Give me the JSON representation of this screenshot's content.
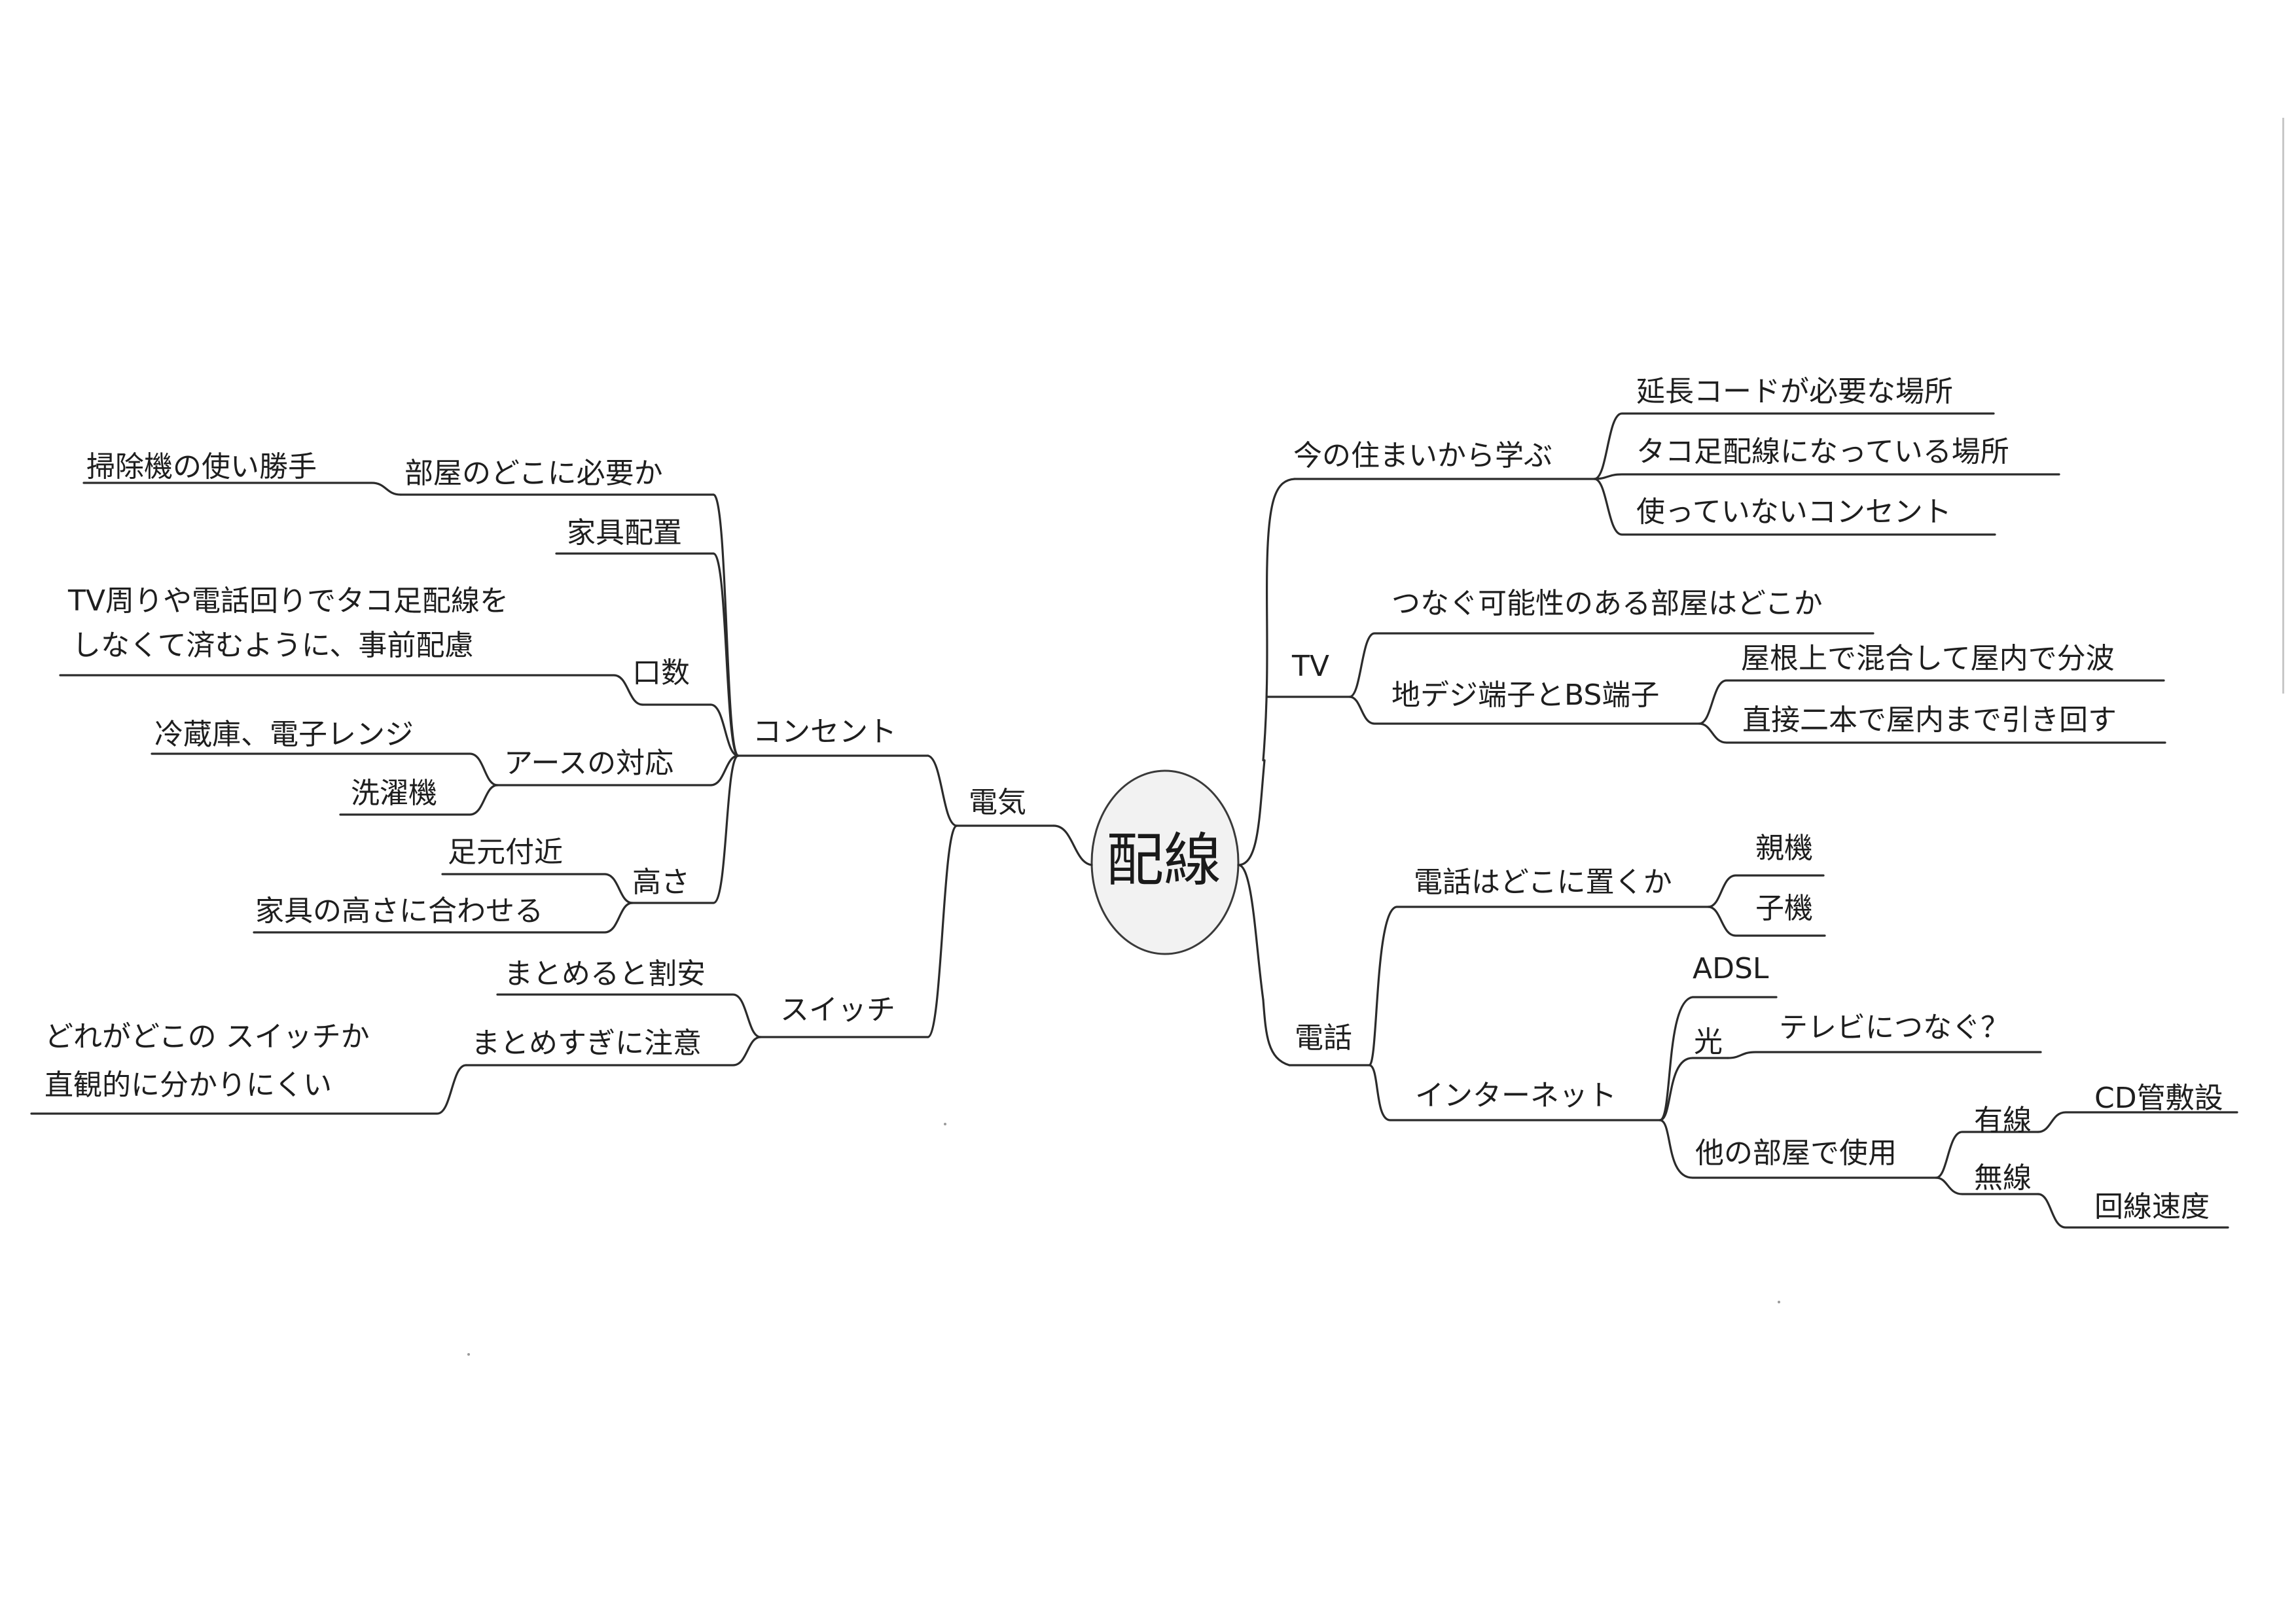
{
  "mindmap": {
    "center": "配線",
    "denki": {
      "label": "電気",
      "consent": {
        "label": "コンセント",
        "heya": {
          "label": "部屋のどこに必要か",
          "soujiki": "掃除機の使い勝手"
        },
        "kagu": "家具配置",
        "kousuu": {
          "label": "口数",
          "note_line1": "TV周りや電話回りでタコ足配線を",
          "note_line2": "しなくて済むように、事前配慮"
        },
        "earth": {
          "label": "アースの対応",
          "reizouko": "冷蔵庫、電子レンジ",
          "sentakuki": "洗濯機"
        },
        "takasa": {
          "label": "高さ",
          "ashimoto": "足元付近",
          "kagu_takasa": "家具の高さに合わせる"
        }
      },
      "switch": {
        "label": "スイッチ",
        "matomeru": "まとめると割安",
        "matomesugi": {
          "label": "まとめすぎに注意",
          "note_line1": "どれがどこの スイッチか",
          "note_line2": "直観的に分かりにくい"
        }
      }
    },
    "ima": {
      "label": "今の住まいから学ぶ",
      "enchou": "延長コードが必要な場所",
      "tako": "タコ足配線になっている場所",
      "tsukawanai": "使っていないコンセント"
    },
    "tv": {
      "label": "TV",
      "tsunagu": "つなぐ可能性のある部屋はどこか",
      "tandeji": {
        "label": "地デジ端子とBS端子",
        "yane": "屋根上で混合して屋内で分波",
        "chokusetsu": "直接二本で屋内まで引き回す"
      }
    },
    "denwa": {
      "label": "電話",
      "oku": {
        "label": "電話はどこに置くか",
        "oyaki": "親機",
        "koki": "子機"
      },
      "internet": {
        "label": "インターネット",
        "adsl": "ADSL",
        "hikari": {
          "label": "光",
          "terebi": "テレビにつなぐ？"
        },
        "tanoheya": {
          "label": "他の部屋で使用",
          "yuusen": {
            "label": "有線",
            "cd": "CD管敷設"
          },
          "musen": {
            "label": "無線",
            "sokudo": "回線速度"
          }
        }
      }
    }
  }
}
